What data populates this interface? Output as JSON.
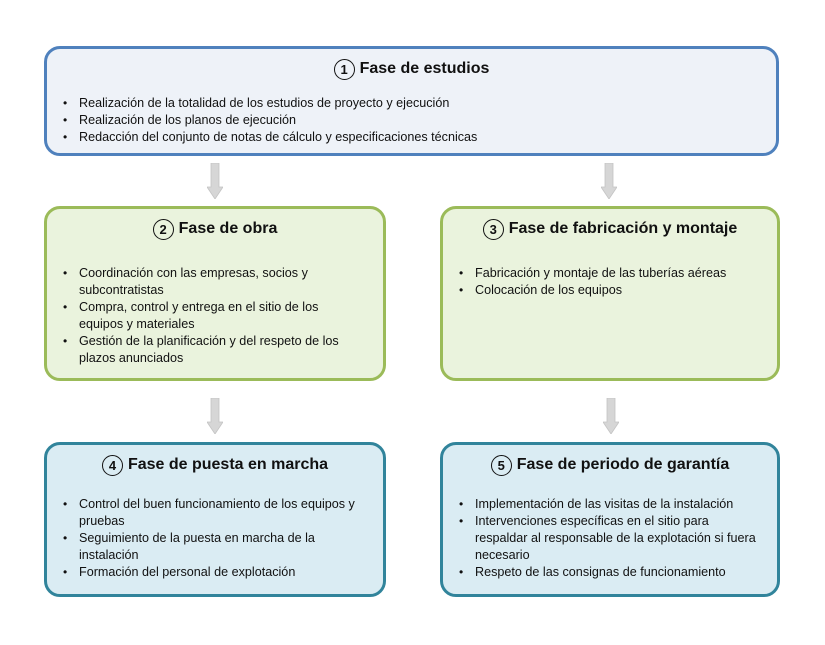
{
  "phases": [
    {
      "number": "1",
      "title": "Fase de estudios",
      "items": [
        "Realización de la totalidad de los estudios de proyecto y ejecución",
        "Realización de los planos de ejecución",
        "Redacción del conjunto de notas de cálculo y especificaciones técnicas"
      ]
    },
    {
      "number": "2",
      "title": "Fase de obra",
      "items": [
        "Coordinación con las empresas, socios y subcontratistas",
        "Compra, control y entrega en el sitio de los equipos y materiales",
        "Gestión de la planificación y del respeto de los plazos anunciados"
      ]
    },
    {
      "number": "3",
      "title": "Fase de fabricación y montaje",
      "items": [
        "Fabricación y montaje de las tuberías aéreas",
        "Colocación de los equipos"
      ]
    },
    {
      "number": "4",
      "title": "Fase de puesta en marcha",
      "items": [
        "Control del buen funcionamiento de los equipos y pruebas",
        "Seguimiento de la puesta en marcha de la instalación",
        "Formación del personal de explotación"
      ]
    },
    {
      "number": "5",
      "title": "Fase de periodo de garantía",
      "items": [
        "Implementación de las visitas de la instalación",
        "Intervenciones específicas en el sitio para respaldar al responsable de la explotación si fuera necesario",
        "Respeto de las consignas de funcionamiento"
      ]
    }
  ],
  "colors": {
    "phase1_border": "#4f81bd",
    "phase1_fill": "#eef2f8",
    "phase2_3_border": "#9bbb59",
    "phase2_3_fill": "#eaf3dd",
    "phase4_5_border": "#31849b",
    "phase4_5_fill": "#daecf3",
    "arrow": "#d6d6d6"
  }
}
